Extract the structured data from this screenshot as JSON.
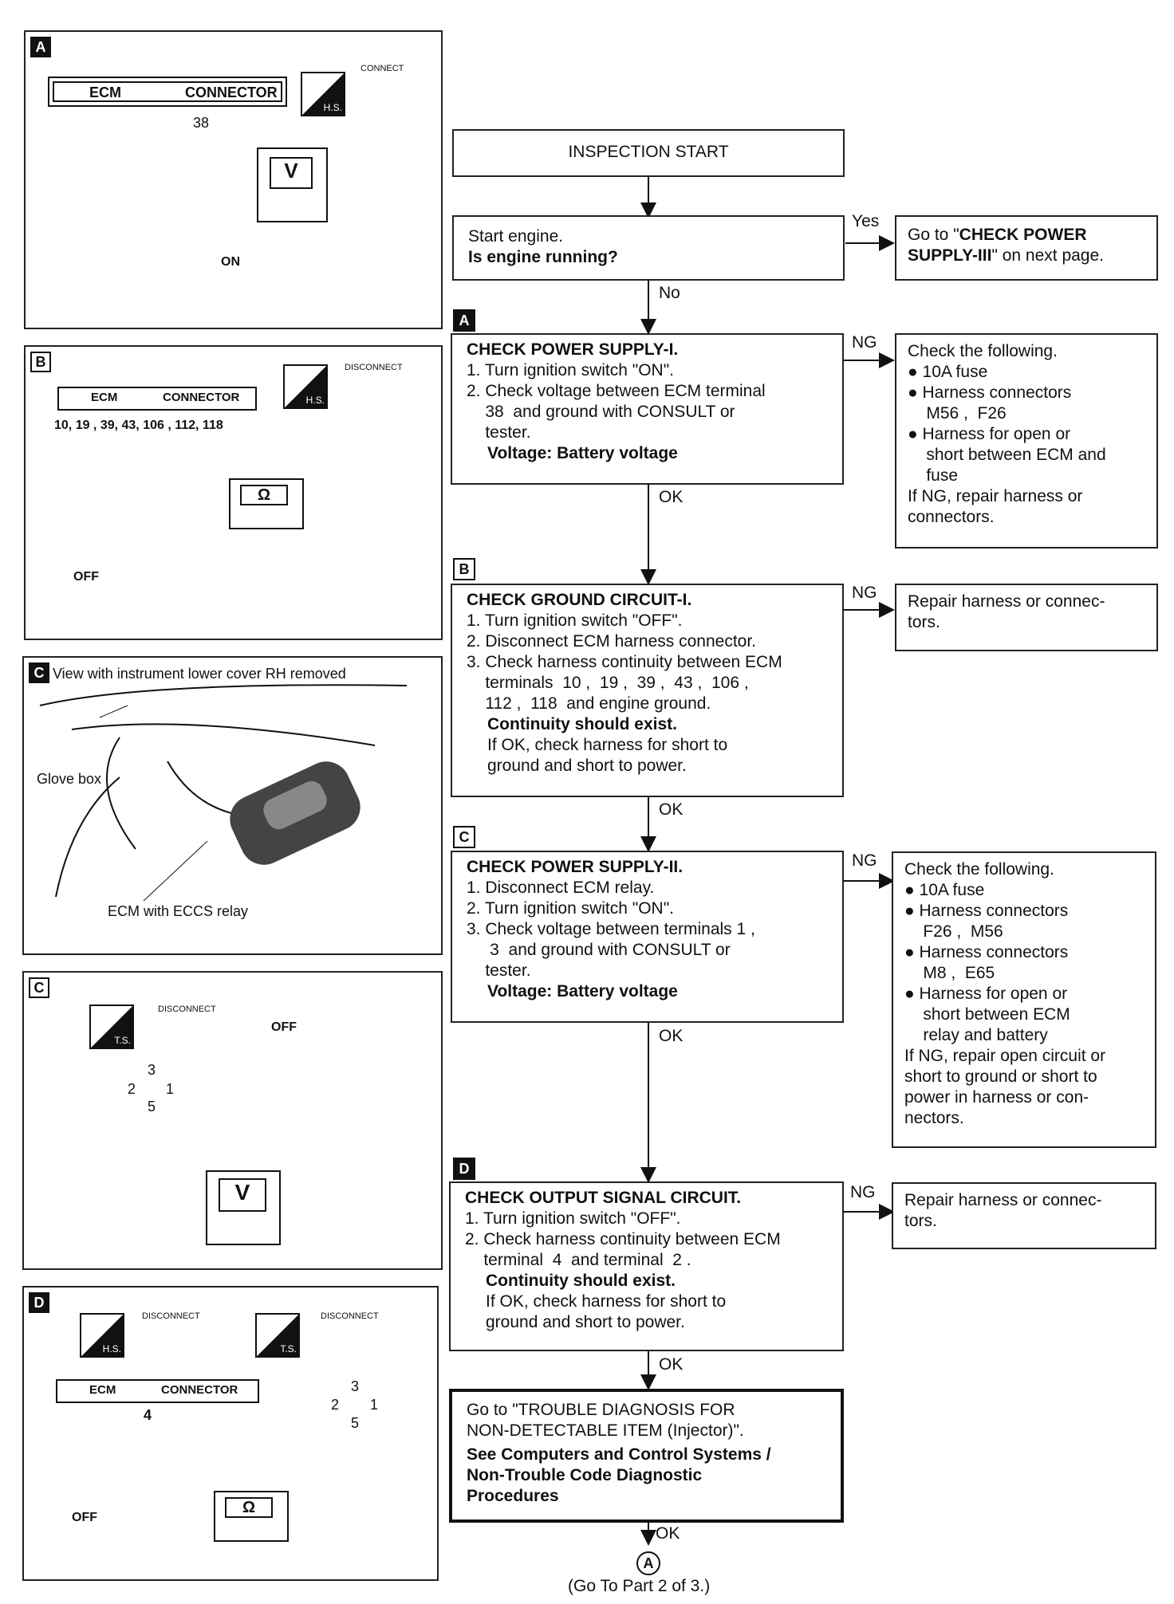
{
  "panels": {
    "a": {
      "label": "A",
      "connector_left": "ECM",
      "connector_right": "CONNECTOR",
      "pin": "38",
      "hs": "H.S.",
      "state": "CONNECT",
      "meter": "V",
      "key": "ON"
    },
    "b": {
      "label": "B",
      "connector_left": "ECM",
      "connector_right": "CONNECTOR",
      "pins": "10, 19 , 39, 43, 106 , 112, 118",
      "hs": "H.S.",
      "state": "DISCONNECT",
      "meter": "Ω",
      "key": "OFF"
    },
    "c1": {
      "label": "C",
      "caption": "View with instrument lower cover RH removed",
      "glove_box": "Glove box",
      "ecm_relay": "ECM with ECCS relay"
    },
    "c2": {
      "label": "C",
      "ts": "T.S.",
      "state": "DISCONNECT",
      "key": "OFF",
      "relay_pins": [
        "3",
        "2",
        "1",
        "5"
      ],
      "meter": "V"
    },
    "d": {
      "label": "D",
      "hs": "H.S.",
      "ts": "T.S.",
      "state1": "DISCONNECT",
      "state2": "DISCONNECT",
      "connector_left": "ECM",
      "connector_right": "CONNECTOR",
      "pin": "4",
      "relay_pins": [
        "3",
        "2",
        "1",
        "5"
      ],
      "meter": "Ω",
      "key": "OFF"
    }
  },
  "flow": {
    "start": "INSPECTION START",
    "q1": {
      "line1": "Start engine.",
      "line2": "Is engine running?"
    },
    "yes": "Yes",
    "no": "No",
    "yes_box": {
      "line1a": "Go to \"",
      "line1b": "CHECK POWER",
      "line2a": "SUPPLY-III",
      "line2b": "\" on next page."
    },
    "steps": [
      {
        "label": "A",
        "title": "CHECK POWER SUPPLY-I.",
        "lines": [
          "1. Turn ignition switch \"ON\".",
          "2. Check voltage between ECM terminal",
          "    38  and ground with CONSULT or",
          "    tester."
        ],
        "bold_line": "Voltage: Battery voltage",
        "ng_lines": [
          "Check the following.",
          "● 10A fuse",
          "● Harness connectors",
          "    M56 ,  F26",
          "● Harness for open or",
          "    short between ECM and",
          "    fuse",
          "If NG, repair harness or",
          "connectors."
        ]
      },
      {
        "label": "B",
        "title": "CHECK GROUND CIRCUIT-I.",
        "lines": [
          "1. Turn ignition switch \"OFF\".",
          "2. Disconnect ECM harness connector.",
          "3. Check harness continuity between ECM",
          "    terminals  10 ,  19 ,  39 ,  43 ,  106 ,",
          "    112 ,  118  and engine ground."
        ],
        "bold_line": "Continuity should exist.",
        "tail_lines": [
          "If OK, check harness for short to",
          "ground and short to power."
        ],
        "ng_lines": [
          "Repair harness or connec-",
          "tors."
        ]
      },
      {
        "label": "C",
        "title": "CHECK POWER SUPPLY-II.",
        "lines": [
          "1. Disconnect ECM relay.",
          "2. Turn ignition switch \"ON\".",
          "3. Check voltage between terminals  1 ,",
          "     3  and ground with CONSULT or",
          "    tester."
        ],
        "bold_line": "Voltage: Battery voltage",
        "ng_lines": [
          "Check the following.",
          "● 10A fuse",
          "● Harness connectors",
          "    F26 ,  M56",
          "● Harness connectors",
          "    M8 ,  E65",
          "● Harness for open or",
          "    short between ECM",
          "    relay and battery",
          "If NG, repair open circuit or",
          "short to ground or short to",
          "power in harness or con-",
          "nectors."
        ]
      },
      {
        "label": "D",
        "title": "CHECK OUTPUT SIGNAL CIRCUIT.",
        "lines": [
          "1. Turn ignition switch \"OFF\".",
          "2. Check harness continuity between ECM",
          "    terminal  4  and terminal  2 ."
        ],
        "bold_line": "Continuity should exist.",
        "tail_lines": [
          "If OK, check harness for short to",
          "ground and short to power."
        ],
        "ng_lines": [
          "Repair harness or connec-",
          "tors."
        ]
      }
    ],
    "ok": "OK",
    "ng": "NG",
    "final": {
      "line1": "Go to \"TROUBLE DIAGNOSIS FOR",
      "line2": "NON-DETECTABLE ITEM (Injector)\".",
      "line3": "See Computers and Control Systems /",
      "line4": "Non-Trouble Code Diagnostic",
      "line5": "Procedures"
    },
    "end_marker": "A",
    "end_note": "(Go To Part 2 of 3.)"
  }
}
